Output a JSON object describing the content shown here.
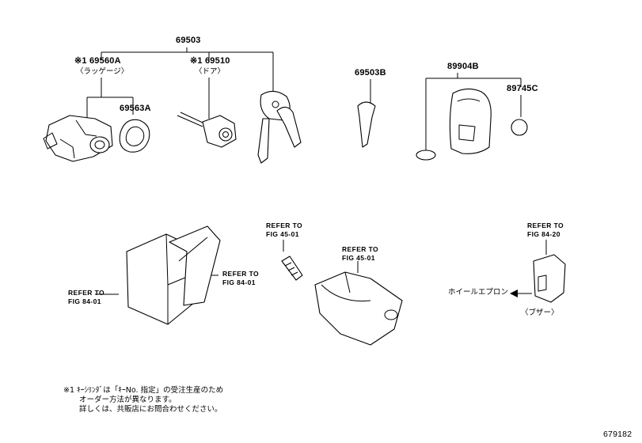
{
  "labels": {
    "assembly": "69503",
    "luggage_part": "※1 69560A",
    "luggage_desc": "〈ラッゲージ〉",
    "door_part": "※1 69510",
    "door_desc": "〈ドア〉",
    "pad_part": "69563A",
    "key_blank": "69503B",
    "fob_part": "89904B",
    "battery_part": "89745C",
    "buzzer_ref_1": "REFER TO",
    "buzzer_ref_2": "FIG 84-20",
    "ecu_right_ref_1": "REFER TO",
    "ecu_right_ref_2": "FIG 84-01",
    "ecu_left_ref_1": "REFER TO",
    "ecu_left_ref_2": "FIG 84-01",
    "bolt_ref_1": "REFER TO",
    "bolt_ref_2": "FIG 45-01",
    "column_ref_1": "REFER TO",
    "column_ref_2": "FIG 45-01",
    "wheel_apron": "ホイールエプロン",
    "buzzer_desc": "〈ブザー〉",
    "footnote_1": "※1 ｷｰｼﾘﾝﾀﾞは「ｷｰNo. 指定」の受注生産のため",
    "footnote_2": "オーダー方法が異なります。",
    "footnote_3": "詳しくは、共販店にお問合わせください。",
    "diagram_id": "679182"
  }
}
